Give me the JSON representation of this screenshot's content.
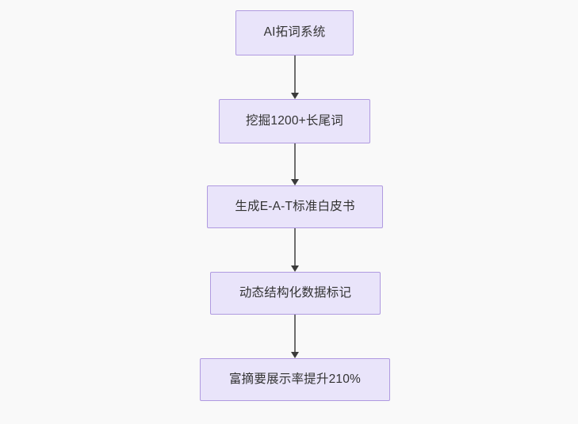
{
  "diagram": {
    "type": "flowchart",
    "orientation": "top-to-bottom",
    "background_color": "#f9f9f9",
    "node_fill_color": "#e9e4fa",
    "node_border_color": "#b09ae0",
    "node_text_color": "#333333",
    "edge_color": "#6e6e6e",
    "arrowhead_color": "#3a3a3a",
    "nodes": [
      {
        "id": "node-1",
        "label": "AI拓词系统"
      },
      {
        "id": "node-2",
        "label": "挖掘1200+长尾词"
      },
      {
        "id": "node-3",
        "label": "生成E-A-T标准白皮书"
      },
      {
        "id": "node-4",
        "label": "动态结构化数据标记"
      },
      {
        "id": "node-5",
        "label": "富摘要展示率提升210%"
      }
    ],
    "edges": [
      {
        "id": "edge-1-2",
        "from": "node-1",
        "to": "node-2"
      },
      {
        "id": "edge-2-3",
        "from": "node-2",
        "to": "node-3"
      },
      {
        "id": "edge-3-4",
        "from": "node-3",
        "to": "node-4"
      },
      {
        "id": "edge-4-5",
        "from": "node-4",
        "to": "node-5"
      }
    ]
  }
}
